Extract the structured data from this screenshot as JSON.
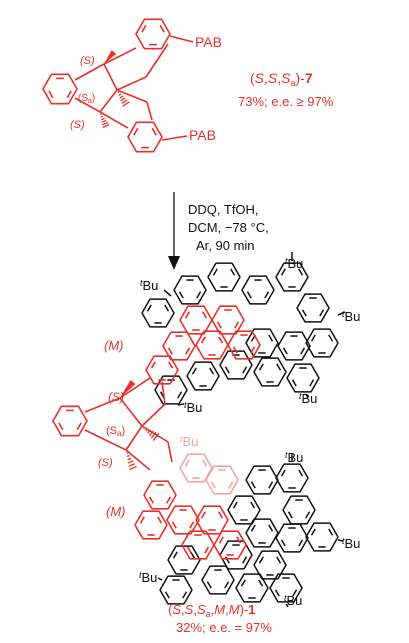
{
  "colors": {
    "red": "#e8302a",
    "black": "#111111",
    "pink": "#f0a7a4"
  },
  "top_structure": {
    "stereo_s_upper": "(S)",
    "stereo_sa": "(S",
    "stereo_sa_sub": "a",
    "stereo_sa_close": ")",
    "stereo_s_lower": "(S)",
    "pab_upper": "PAB",
    "pab_lower": "PAB"
  },
  "compound_7": {
    "name_open": "(",
    "name_s1": "S",
    "name_comma1": ",",
    "name_s2": "S",
    "name_comma2": ",",
    "name_s3": "S",
    "name_sub": "a",
    "name_close": ")-",
    "name_number": "7",
    "yield_line": "73%; e.e. ≥ 97%"
  },
  "reaction_conditions": {
    "line1": "DDQ, TfOH,",
    "line2": "DCM, −78 °C,",
    "line3": "Ar, 90 min"
  },
  "product_structure": {
    "tbu_t": "t",
    "tbu_bu": "Bu",
    "helix_m": "(M)",
    "stereo_s_upper": "(S)",
    "stereo_sa": "(S",
    "stereo_sa_sub": "a",
    "stereo_sa_close": ")",
    "stereo_s_lower": "(S)"
  },
  "compound_1": {
    "name_open": "(",
    "name_s1": "S",
    "name_c1": ",",
    "name_s2": "S",
    "name_c2": ",",
    "name_s3": "S",
    "name_sub": "a",
    "name_c3": ",",
    "name_m1": "M",
    "name_c4": ",",
    "name_m2": "M",
    "name_close": ")-",
    "name_number": "1",
    "yield_line": "32%; e.e. = 97%"
  }
}
